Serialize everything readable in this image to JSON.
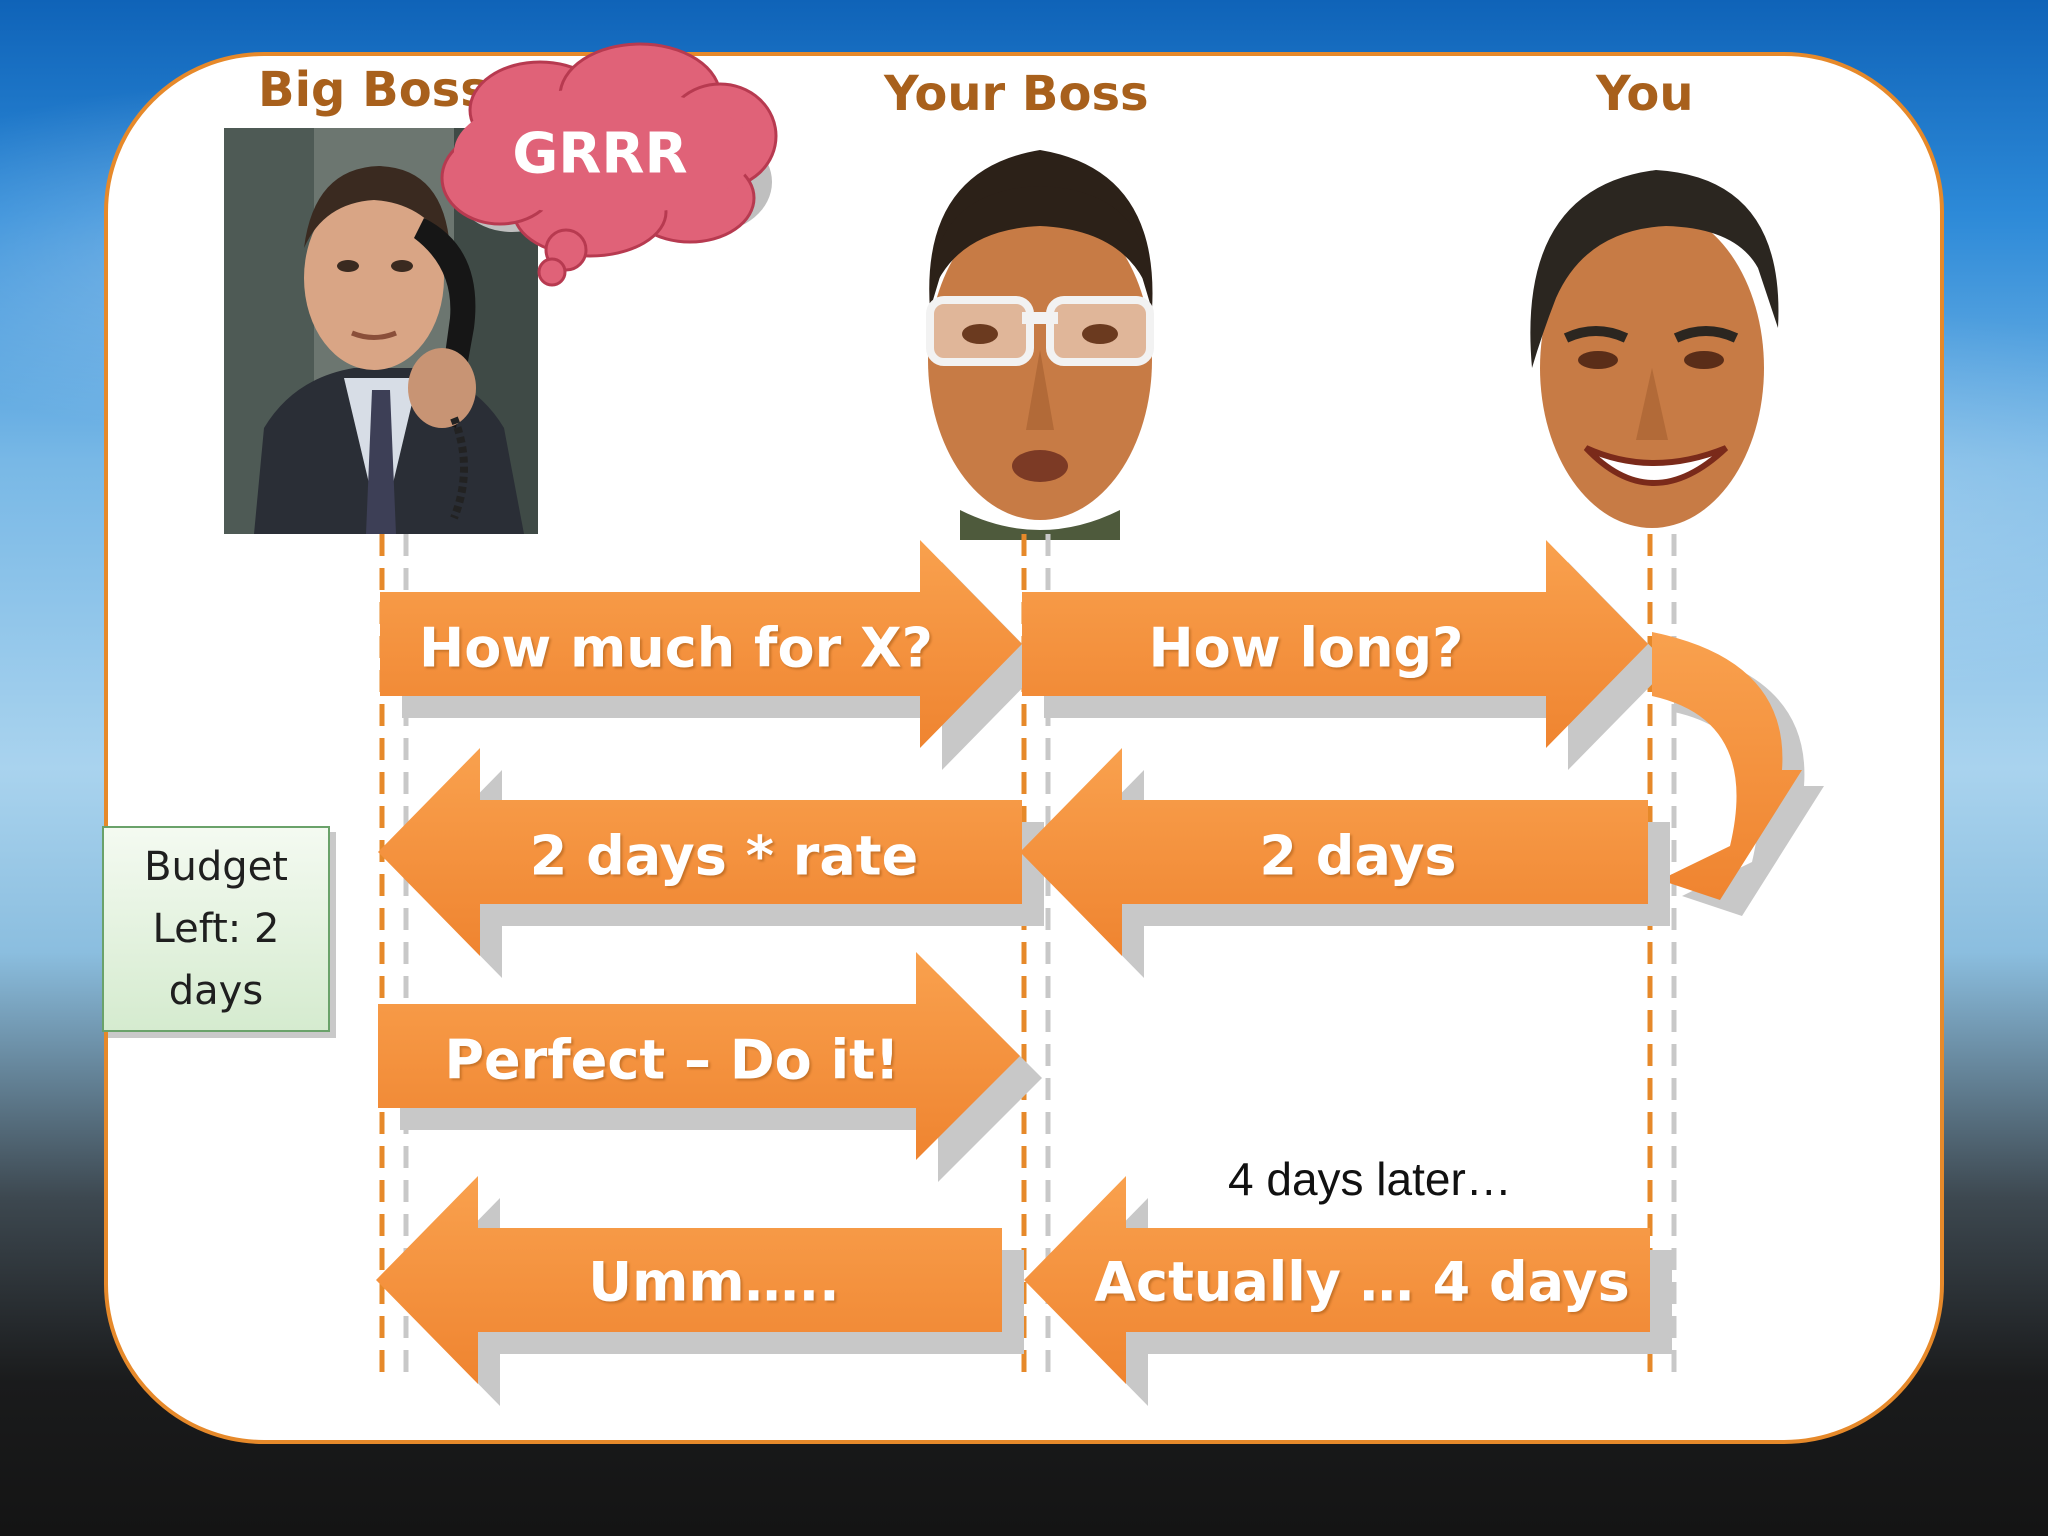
{
  "actors": {
    "big_boss": "Big Boss",
    "your_boss": "Your Boss",
    "you": "You"
  },
  "thought": {
    "text": "GRRR"
  },
  "budget": {
    "text": "Budget\nLeft:  2\ndays"
  },
  "messages": [
    {
      "text": "How much for X?",
      "from": "Big Boss",
      "to": "Your Boss"
    },
    {
      "text": "How long?",
      "from": "Your Boss",
      "to": "You"
    },
    {
      "text": "2 days * rate",
      "from": "Your Boss",
      "to": "Big Boss"
    },
    {
      "text": "2 days",
      "from": "You",
      "to": "Your Boss"
    },
    {
      "text": "Perfect – Do it!",
      "from": "Big Boss",
      "to": "Your Boss"
    },
    {
      "text": "Umm…..",
      "from": "Your Boss",
      "to": "Big Boss"
    },
    {
      "text": "Actually … 4 days",
      "from": "You",
      "to": "Your Boss"
    }
  ],
  "note": {
    "text": "4 days later…"
  },
  "colors": {
    "arrow_orange": "#f5903a",
    "border_orange": "#e6892a",
    "label_brown": "#a8601c",
    "cloud_pink": "#e0526a",
    "budget_green": "#d5ebcf"
  }
}
